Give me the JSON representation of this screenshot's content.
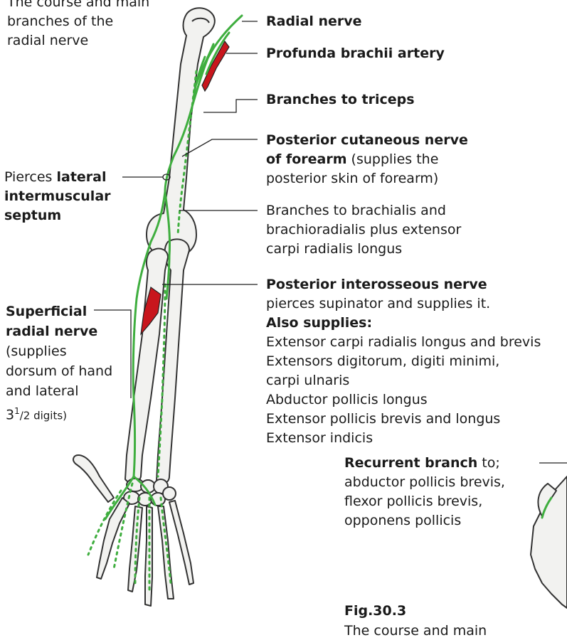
{
  "colors": {
    "nerve": "#3fae3f",
    "artery": "#c8161d",
    "bone_fill": "#f2f2f0",
    "bone_line": "#333333",
    "leader": "#222222"
  },
  "caption_top": {
    "lines": [
      "The course and main",
      "branches of the",
      "radial nerve"
    ]
  },
  "labels": {
    "radial_nerve": "Radial nerve",
    "profunda": "Profunda brachii artery",
    "triceps": "Branches to triceps",
    "post_cut": {
      "bold1": "Posterior cutaneous nerve",
      "bold2": "of forearm",
      "text2": " (supplies the",
      "text3": "posterior skin of forearm)"
    },
    "brachialis": {
      "lines": [
        "Branches to brachialis and",
        "brachioradialis plus extensor",
        "carpi radialis longus"
      ]
    },
    "pierces": {
      "text": "Pierces ",
      "bold1": "lateral",
      "bold2": "intermuscular",
      "bold3": "septum"
    },
    "pin": {
      "bold1": "Posterior interosseous nerve",
      "text1": "pierces supinator and supplies it.",
      "bold2": "Also supplies:",
      "items": [
        "Extensor carpi radialis longus and brevis",
        "Extensors digitorum, digiti minimi,",
        "carpi ulnaris",
        "Abductor pollicis longus",
        "Extensor pollicis brevis and longus",
        "Extensor indicis"
      ]
    },
    "superficial": {
      "bold1": "Superficial",
      "bold2": "radial nerve",
      "lines": [
        "(supplies",
        "dorsum of hand",
        "and lateral"
      ],
      "digits_whole": "3",
      "digits_num": "1",
      "digits_den": "/2 digits)"
    },
    "recurrent": {
      "bold1": "Recurrent branch",
      "text1": " to;",
      "lines": [
        "abductor pollicis brevis,",
        "flexor pollicis brevis,",
        "opponens pollicis"
      ]
    },
    "fig": {
      "title": "Fig.30.3",
      "caption": "The course and main"
    }
  }
}
